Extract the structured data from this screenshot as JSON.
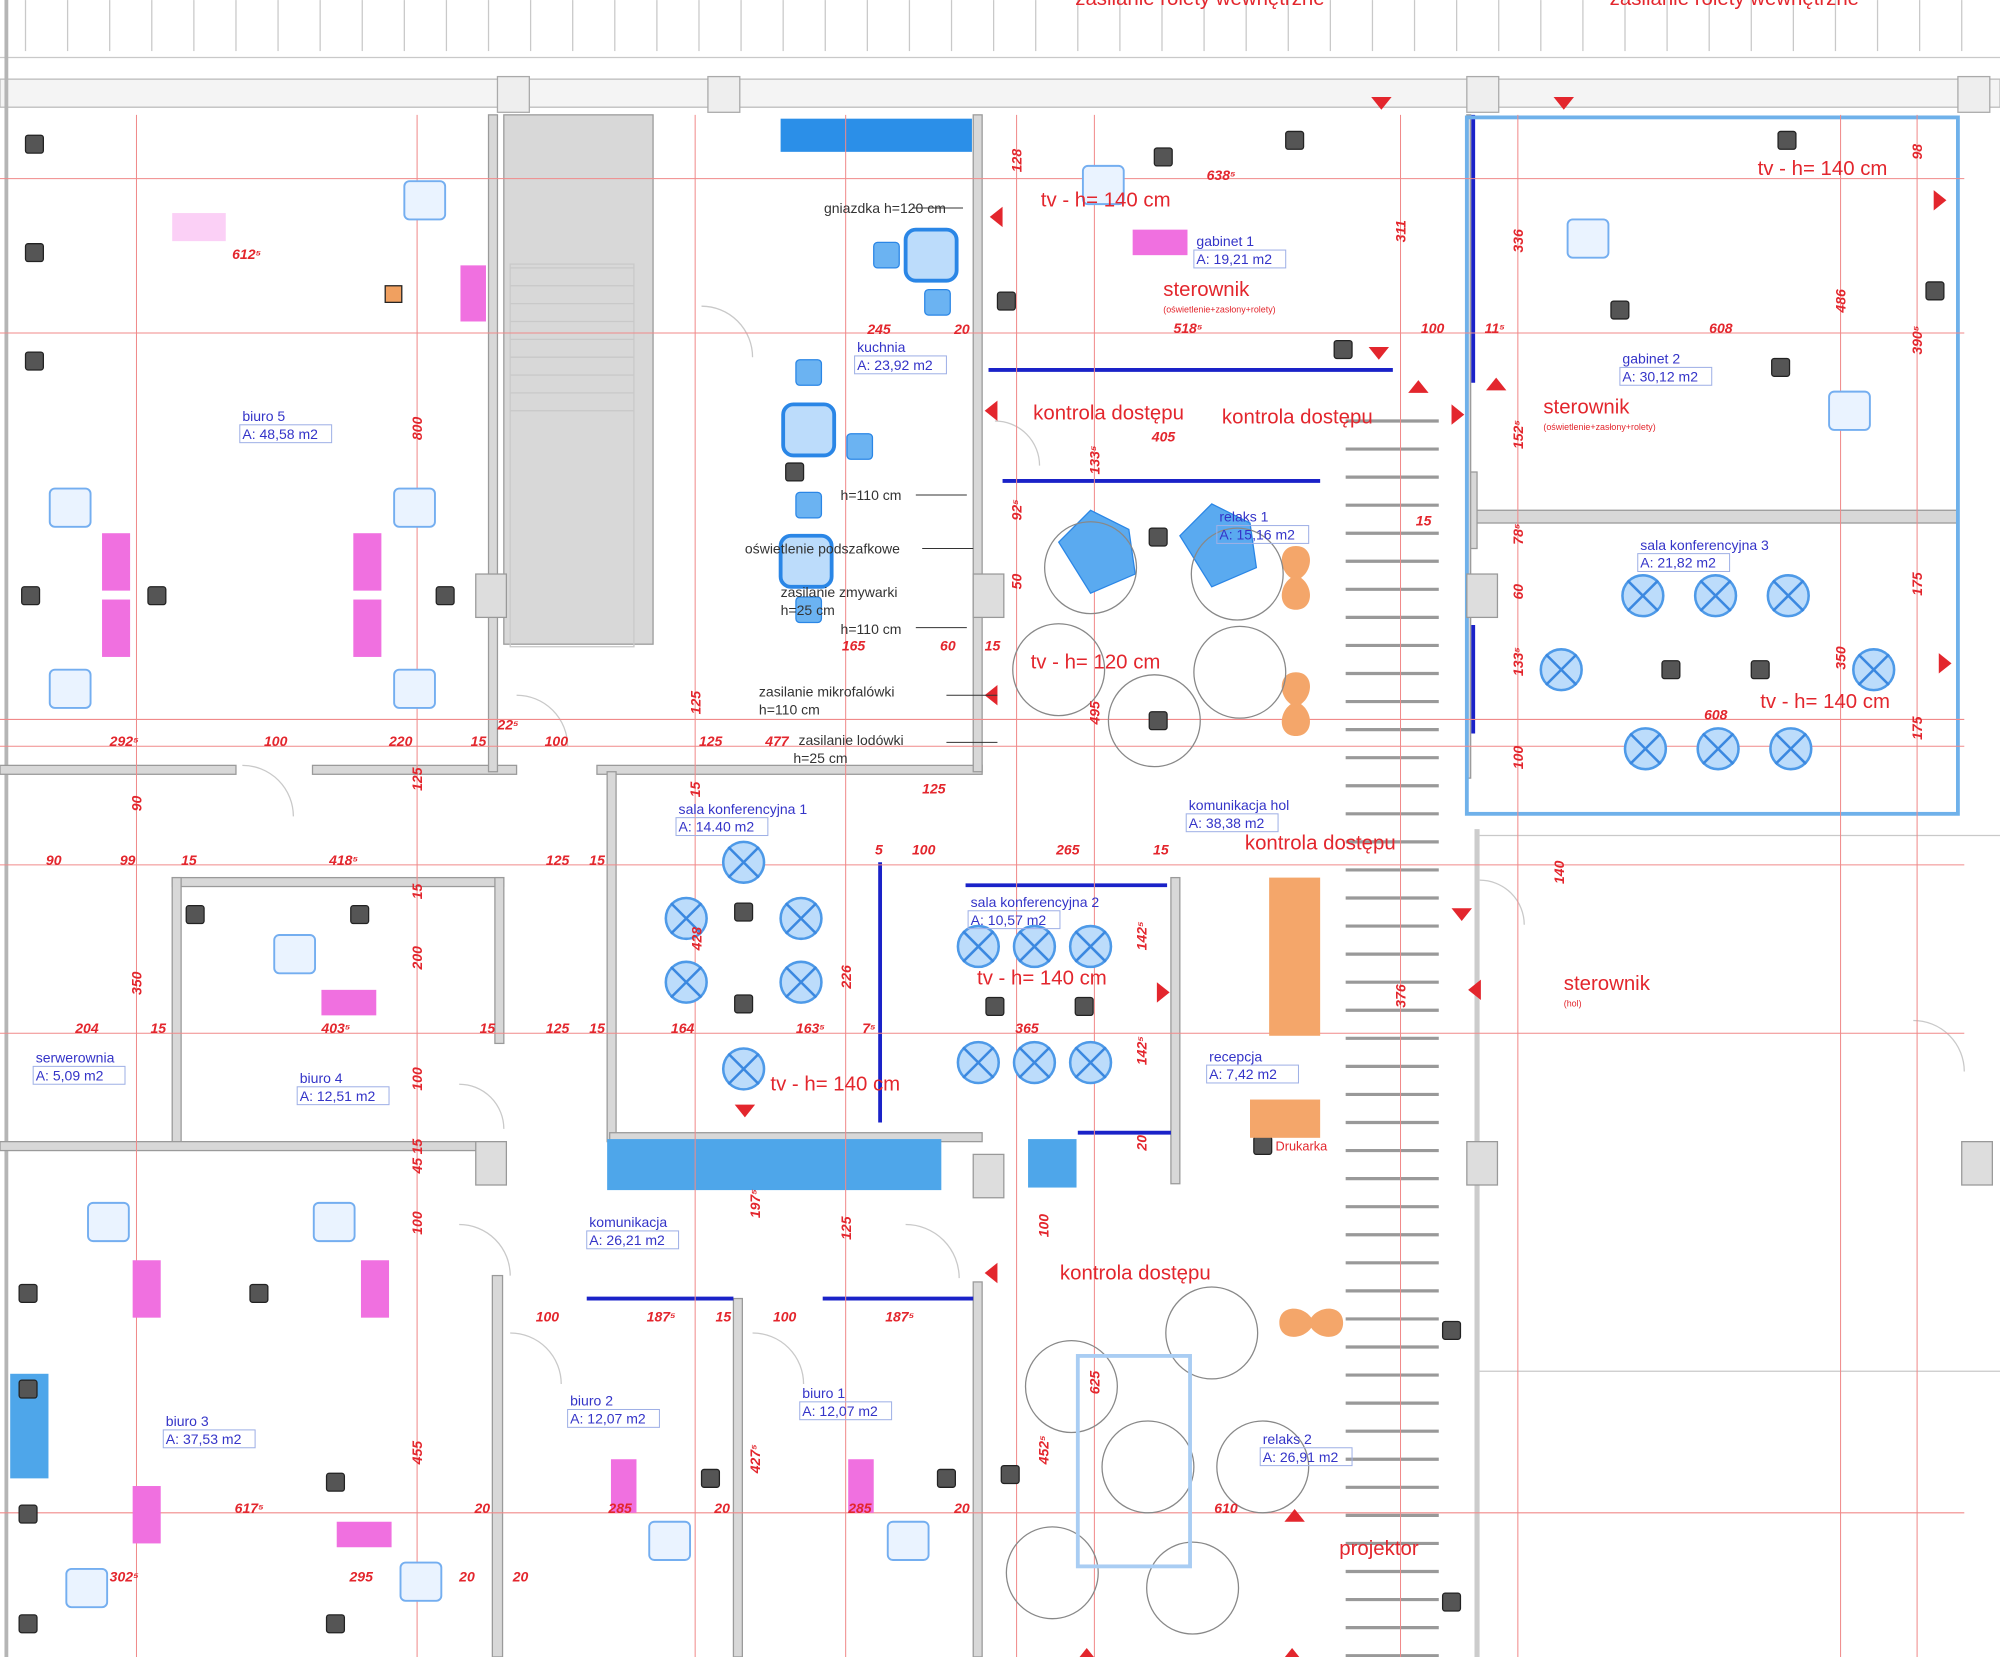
{
  "rooms": [
    {
      "name": "biuro 5",
      "area": "A: 48,58 m2"
    },
    {
      "name": "kuchnia",
      "area": "A: 23,92 m2"
    },
    {
      "name": "gabinet 1",
      "area": "A: 19,21 m2"
    },
    {
      "name": "gabinet 2",
      "area": "A: 30,12 m2"
    },
    {
      "name": "relaks 1",
      "area": "A: 15,16 m2"
    },
    {
      "name": "sala konferencyjna 3",
      "area": "A: 21,82 m2"
    },
    {
      "name": "sala konferencyjna 1",
      "area": "A: 14.40 m2"
    },
    {
      "name": "komunikacja hol",
      "area": "A: 38,38 m2"
    },
    {
      "name": "sala konferencyjna 2",
      "area": "A: 10,57 m2"
    },
    {
      "name": "serwerownia",
      "area": "A: 5,09 m2"
    },
    {
      "name": "biuro 4",
      "area": "A: 12,51 m2"
    },
    {
      "name": "recepcja",
      "area": "A: 7,42 m2"
    },
    {
      "name": "komunikacja",
      "area": "A: 26,21 m2"
    },
    {
      "name": "biuro 2",
      "area": "A: 12,07 m2"
    },
    {
      "name": "biuro 1",
      "area": "A: 12,07 m2"
    },
    {
      "name": "biuro 3",
      "area": "A: 37,53 m2"
    },
    {
      "name": "relaks 2",
      "area": "A: 26,91 m2"
    }
  ],
  "annotations": [
    "zasilanie rolety wewnętrzne",
    "zasilanie rolety wewnętrzne",
    "tv - h= 140 cm",
    "tv - h= 140 cm",
    "tv - h= 140 cm",
    "tv - h= 140 cm",
    "tv - h= 140 cm",
    "tv - h= 120 cm",
    "sterownik",
    "sterownik",
    "sterownik",
    "kontrola dostępu",
    "kontrola dostępu",
    "kontrola dostępu",
    "kontrola dostępu",
    "projektor"
  ],
  "annotation_subs": [
    "(oświetlenie+zasłony+rolety)",
    "(oświetlenie+zasłony+rolety)",
    "(hol)",
    "Drukarka"
  ],
  "notes": [
    "gniazdka h=120 cm",
    "h=110 cm",
    "oświetlenie podszafkowe",
    "zasilanie zmywarki",
    "h=25 cm",
    "h=110 cm",
    "zasilanie mikrofalówki",
    "h=110 cm",
    "zasilanie lodówki",
    "h=25 cm"
  ],
  "dimensions": {
    "horizontal": [
      "245",
      "20",
      "165",
      "60",
      "15",
      "292⁵",
      "100",
      "220",
      "15",
      "22⁵",
      "100",
      "477",
      "125",
      "90",
      "99",
      "15",
      "418⁵",
      "125",
      "15",
      "204",
      "15",
      "403⁵",
      "15",
      "125",
      "15",
      "164",
      "163⁵",
      "100",
      "265",
      "15",
      "365",
      "638⁵",
      "518⁵",
      "100",
      "11⁵",
      "608",
      "405",
      "608",
      "100",
      "187⁵",
      "15",
      "100",
      "187⁵",
      "617⁵",
      "20",
      "285",
      "20",
      "285",
      "20",
      "610",
      "302⁵",
      "295",
      "20",
      "20",
      "612⁵",
      "125",
      "15",
      "5",
      "7⁵"
    ],
    "vertical": [
      "800",
      "125",
      "125",
      "15",
      "200",
      "350",
      "100",
      "455",
      "125",
      "197⁵",
      "427⁵",
      "100",
      "625",
      "452⁵",
      "376",
      "128",
      "311",
      "336",
      "98",
      "486",
      "390⁵",
      "152⁵",
      "133⁵",
      "92⁵",
      "50",
      "495",
      "78⁵",
      "60",
      "133⁵",
      "100",
      "175",
      "350",
      "175",
      "140",
      "428",
      "226",
      "142⁵",
      "142⁵",
      "90",
      "15",
      "45",
      "100",
      "15",
      "20"
    ]
  }
}
